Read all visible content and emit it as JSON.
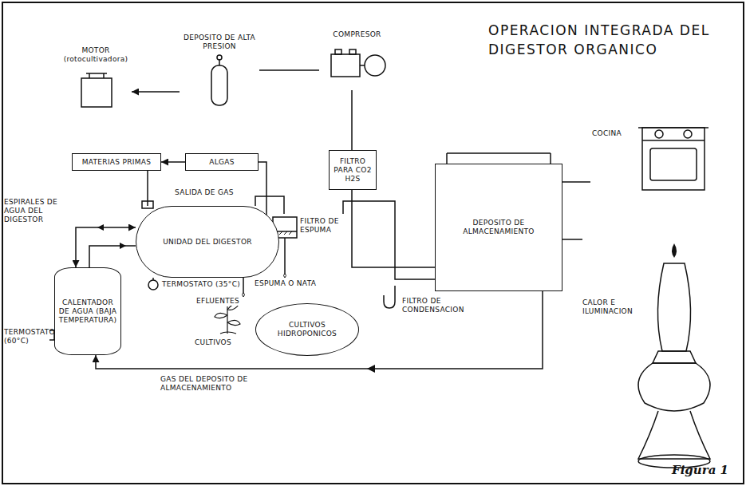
{
  "diagram": {
    "title": "OPERACION INTEGRADA DEL DIGESTOR ORGANICO",
    "caption": "Figura 1",
    "nodes": [
      {
        "text": [
          "MOTOR (rotocultivadora)"
        ]
      },
      {
        "text": [
          "DEPOSITO DE ALTA PRESION"
        ]
      },
      {
        "text": [
          "COMPRESOR"
        ]
      },
      {
        "text": [
          "FILTRO PARA CO2 H2S"
        ]
      },
      {
        "text": [
          "ALGAS"
        ]
      },
      {
        "text": [
          "MATERIAS PRIMAS"
        ]
      },
      {
        "text": [
          "UNIDAD DEL DIGESTOR"
        ]
      },
      {
        "text": [
          "FILTRO DE ESPUMA"
        ]
      },
      {
        "text": [
          "DEPOSITO DE ALMACENAMIENTO"
        ]
      },
      {
        "text": [
          "CULTIVOS HIDROPONICOS"
        ]
      },
      {
        "text": [
          "CALENTADOR DE AGUA (BAJA TEMPERATURA)"
        ]
      },
      {
        "text": [
          "COCINA"
        ]
      },
      {
        "text": [
          "CALOR E ILUMINACION"
        ]
      }
    ],
    "edges": [
      {
        "from": 4,
        "to": 5,
        "arrow": "to"
      },
      {
        "from": 5,
        "to": 6,
        "arrow": "none"
      },
      {
        "from": 6,
        "to": 7,
        "arrow": "none"
      },
      {
        "from": 7,
        "to": 8,
        "arrow": "none"
      },
      {
        "from": 8,
        "to": 3,
        "arrow": "none"
      },
      {
        "from": 3,
        "to": 2,
        "arrow": "none"
      },
      {
        "from": 2,
        "to": 1,
        "arrow": "none"
      },
      {
        "from": 1,
        "to": 0,
        "arrow": "to"
      },
      {
        "from": 8,
        "to": 11,
        "arrow": "none"
      },
      {
        "from": 8,
        "to": 12,
        "arrow": "none"
      },
      {
        "from": 8,
        "to": 10,
        "arrow": "to"
      },
      {
        "from": 6,
        "to": 10,
        "arrow": "both"
      },
      {
        "from": 7,
        "to": 4,
        "arrow": "none"
      }
    ],
    "labels": [
      "SALIDA DE GAS",
      "ESPIRALES DE AGUA DEL DIGESTOR",
      "TERMOSTATO (35°C)",
      "TERMOSTATO (60°C)",
      "ESPUMA O NATA",
      "EFLUENTES",
      "CULTIVOS",
      "FILTRO DE CONDENSACION",
      "GAS DEL DEPOSITO DE ALMACENAMIENTO"
    ]
  }
}
